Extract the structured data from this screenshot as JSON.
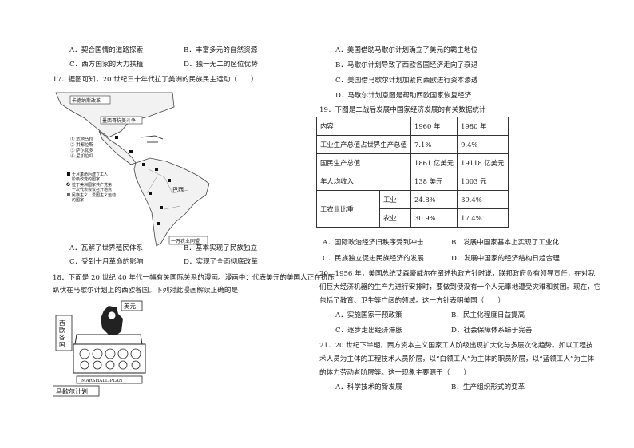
{
  "left": {
    "q16_options": {
      "a": "A．契合国情的道路探索",
      "b": "B．丰富多元的自然资源",
      "c": "C．西方国家的大力扶植",
      "d": "D．独一无二的区位优势"
    },
    "q17": {
      "stem": "17．据图可知，20 世纪三十年代拉丁美洲的民族民主运动（　　）",
      "map": {
        "label1": "卡德纳斯改革",
        "label2": "墨西哥抗美斗争",
        "legend_items": [
          "① 危地马拉",
          "② 洪都拉斯",
          "③ 萨尔瓦多",
          "④ 尼加拉瓜"
        ],
        "legend_notes": [
          "十月革命后建立工人",
          "阶级政党的国家",
          "拉丁美洲国家共产党第",
          "一次代表会议召开地点",
          "民族主义、爱国主义运动",
          "的国家"
        ],
        "label3": "巴西",
        "label4": "一万农业同盟"
      },
      "a": "A．瓦解了世界殖民体系",
      "b": "B．基本实现了民族独立",
      "c": "C．受到十月革命的影响",
      "d": "D．实现了全面彻底改革"
    },
    "q18": {
      "stem_line1": "18．下面是 20 世纪 40 年代一幅有关国际关系的漫画。漫画中：代表美元的美国人正在挤压",
      "stem_line2": "趴伏在马歇尔计划上的西欧各国。下列对此漫画解读正确的是",
      "cartoon": {
        "dollar": "美元",
        "west_europe": "西欧各国",
        "plan_text": "MARSHALL-PLAN",
        "marshall": "马歇尔计划"
      }
    }
  },
  "right": {
    "q18_options": {
      "a": "A．美国借助马歇尔计划确立了美元的霸主地位",
      "b": "B．马歇尔计划导致了西欧各国经济走向了衰退",
      "c": "C．美国借马歇尔计划加紧向西欧进行资本渗透",
      "d": "D．马歇尔计划意图是帮助西欧国家恢复经济"
    },
    "q19": {
      "stem": "19．下图是二战后发展中国家经济发展的有关数据统计",
      "table": {
        "headers": [
          "内容",
          "1960 年",
          "1980 年"
        ],
        "row1": [
          "工业生产总值占世界生产总值",
          "7.1%",
          "9.4%"
        ],
        "row2": [
          "国民生产总值",
          "1861 亿美元",
          "19118 亿美元"
        ],
        "row3": [
          "年人均收入",
          "138 美元",
          "1003 元"
        ],
        "row4_label": "工农业比重",
        "row4a": [
          "工业",
          "24.8%",
          "39.4%"
        ],
        "row4b": [
          "农业",
          "30.9%",
          "17.4%"
        ]
      },
      "a": "A．国际政治经济旧秩序受到冲击",
      "b": "B．发展中国家基本上实现了工业化",
      "c": "C．民族独立促进民族经济的发展",
      "d": "D．发展中国家的经济结构日趋合理"
    },
    "q20": {
      "line1": "20．1956 年，美国总统艾森豪威尔在阐述执政方针时说，联邦政府负有领导责任，在对我",
      "line2": "们巨大经济机器的生产力进行安排时，要做到使没有一个人无辜地遭受灾难和贫困。现在，它",
      "line3": "包括了教育、卫生等广阔的领域。这一方针表明美国（　　）",
      "a": "A．实施国家干预政策",
      "b": "B．民主化程度日益提高",
      "c": "C．逐步走出经济滞胀",
      "d": "D．社会保障体系臻于完善"
    },
    "q21": {
      "line1": "21．20 世纪下半期，西方资本主义国家工人阶级出现扩大化与多层次化趋势。如以工程技",
      "line2": "术人员为主体的工程技术人员阶层，以“白领工人”为主体的职员阶层，以“蓝领工人”为主体",
      "line3": "的体力劳动者阶层等。这一现象主要源于（　　）",
      "a": "A．科学技术的新发展",
      "b": "B．生产组织形式的变革"
    }
  }
}
